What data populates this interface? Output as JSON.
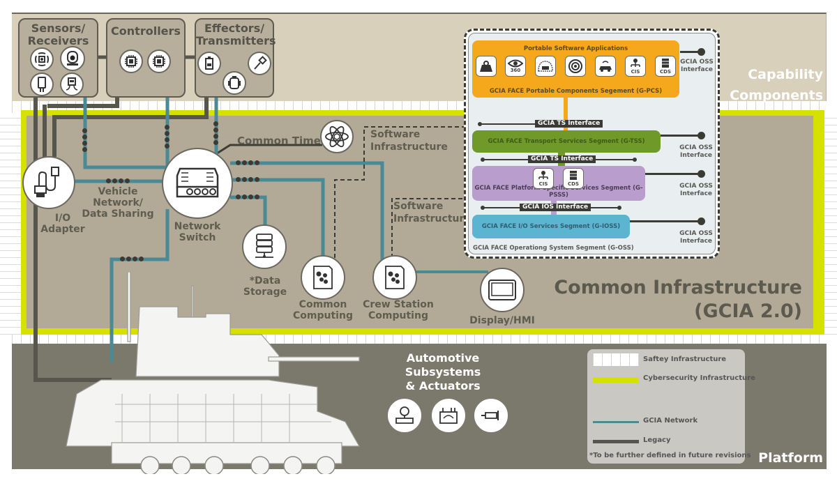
{
  "layers": {
    "capability": {
      "line1": "Capability",
      "line2": "Components"
    },
    "common": {
      "line1": "Common Infrastructure",
      "line2": "(GCIA 2.0)"
    },
    "platform": {
      "label": "Platform"
    }
  },
  "capability_boxes": [
    {
      "title_line1": "Sensors/",
      "title_line2": "Receivers",
      "icons": [
        "radar-sensor-icon",
        "camera-icon",
        "capacitor-icon",
        "circuit-module-icon"
      ]
    },
    {
      "title_line1": "Controllers",
      "title_line2": "",
      "icons": [
        "chip-icon",
        "chip-icon"
      ]
    },
    {
      "title_line1": "Effectors/",
      "title_line2": "Transmitters",
      "icons": [
        "radio-icon",
        "hammer-icon",
        "motor-icon"
      ]
    }
  ],
  "nodes": {
    "io_adapter": {
      "line1": "I/O",
      "line2": "Adapter"
    },
    "vehicle_network": {
      "line1": "Vehicle Network/",
      "line2": "Data Sharing"
    },
    "network_switch": {
      "line1": "Network",
      "line2": "Switch"
    },
    "common_time": {
      "label": "Common Time"
    },
    "software_infra_1": {
      "line1": "Software",
      "line2": "Infrastructure"
    },
    "software_infra_2": {
      "line1": "Software",
      "line2": "Infrastructure"
    },
    "data_storage": {
      "line1": "*Data",
      "line2": "Storage"
    },
    "common_computing": {
      "line1": "Common",
      "line2": "Computing"
    },
    "crew_station": {
      "line1": "Crew Station",
      "line2": "Computing"
    },
    "display": {
      "label": "Display/HMI"
    }
  },
  "software_stack": {
    "pcs_header": "Portable Software Applications",
    "pcs_apps": [
      {
        "icon": "map-pin-icon",
        "label": ""
      },
      {
        "icon": "eye-icon",
        "label": "360"
      },
      {
        "icon": "vehicle-dome-icon",
        "label": ""
      },
      {
        "icon": "target-icon",
        "label": ""
      },
      {
        "icon": "connected-car-icon",
        "label": ""
      },
      {
        "icon": "hierarchy-gear-icon",
        "label": "CIS"
      },
      {
        "icon": "server-rack-icon",
        "label": "CDS"
      }
    ],
    "pcs_footer": "GCIA FACE Portable Components Segement (G-PCS)",
    "ts_interface_1": "GCIA TS Interface",
    "tss": "GCIA FACE Transport Services Segment (G-TSS)",
    "ts_interface_2": "GCIA TS Interface",
    "psss_apps": [
      {
        "label": "CIS"
      },
      {
        "label": "CDS"
      }
    ],
    "psss": "GCIA FACE Platform-Specific Services Segment (G-PSSS)",
    "ios_interface": "GCIA IOS Interface",
    "ioss": "GCIA FACE I/O Services Segment (G-IOSS)",
    "oss": "GCIA FACE Operationg System Segment (G-OSS)",
    "oss_interface_line1": "GCIA OSS",
    "oss_interface_line2": "Interface"
  },
  "automotive": {
    "line1": "Automotive",
    "line2": "Subsystems",
    "line3": "& Actuators",
    "icons": [
      "pressure-gauge-icon",
      "battery-meter-icon",
      "actuator-icon"
    ]
  },
  "legend": {
    "items": [
      {
        "label": "Saftey Infrastructure"
      },
      {
        "label": "Cybersecurity Infrastructure"
      },
      {
        "label": "GCIA Network"
      },
      {
        "label": "Legacy"
      }
    ],
    "footnote": "*To be further defined in future revisions"
  },
  "colors": {
    "capability_bg": "#d9d0bc",
    "common_bg": "#b2a997",
    "platform_bg": "#7b786c",
    "cybersecurity": "#d7e100",
    "gcia_network": "#4b8a94",
    "legacy": "#57564c",
    "pcs": "#f5a81c",
    "tss": "#6f9a2a",
    "psss": "#b99dcc",
    "ioss": "#5bb4d0"
  }
}
